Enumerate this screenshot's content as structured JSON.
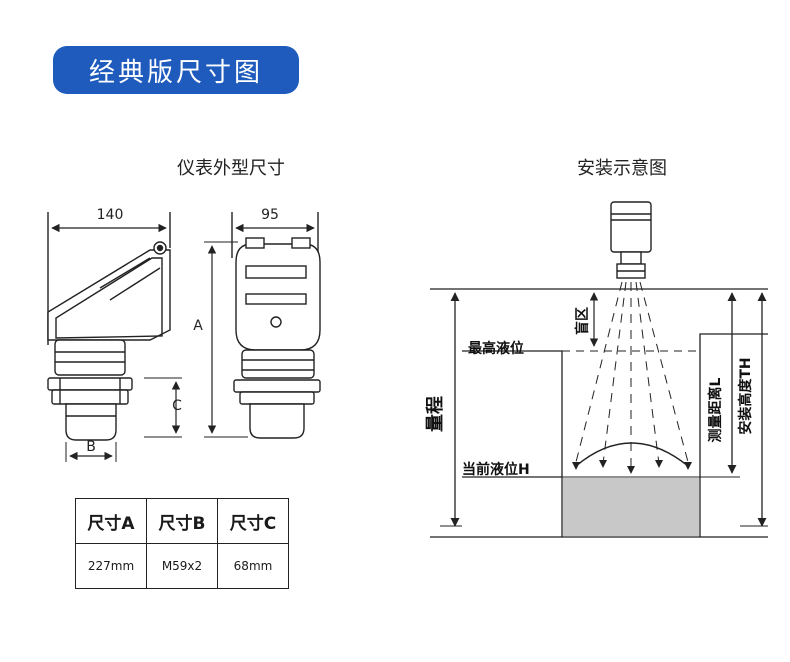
{
  "header": {
    "title": "经典版尺寸图"
  },
  "left_section": {
    "title": "仪表外型尺寸",
    "dims": {
      "width_side": "140",
      "width_front": "95",
      "a": "A",
      "b": "B",
      "c": "C"
    }
  },
  "right_section": {
    "title": "安装示意图",
    "labels": {
      "blind_zone": "盲区",
      "max_level": "最高液位",
      "current_level": "当前液位H",
      "range": "量程",
      "measure_distance": "测量距离L",
      "install_height": "安装高度TH"
    }
  },
  "spec_table": {
    "headers": [
      "尺寸A",
      "尺寸B",
      "尺寸C"
    ],
    "values": [
      "227mm",
      "M59x2",
      "68mm"
    ]
  },
  "colors": {
    "badge": "#1f5bbd",
    "liquid": "#c8c8c8",
    "line": "#222222"
  }
}
